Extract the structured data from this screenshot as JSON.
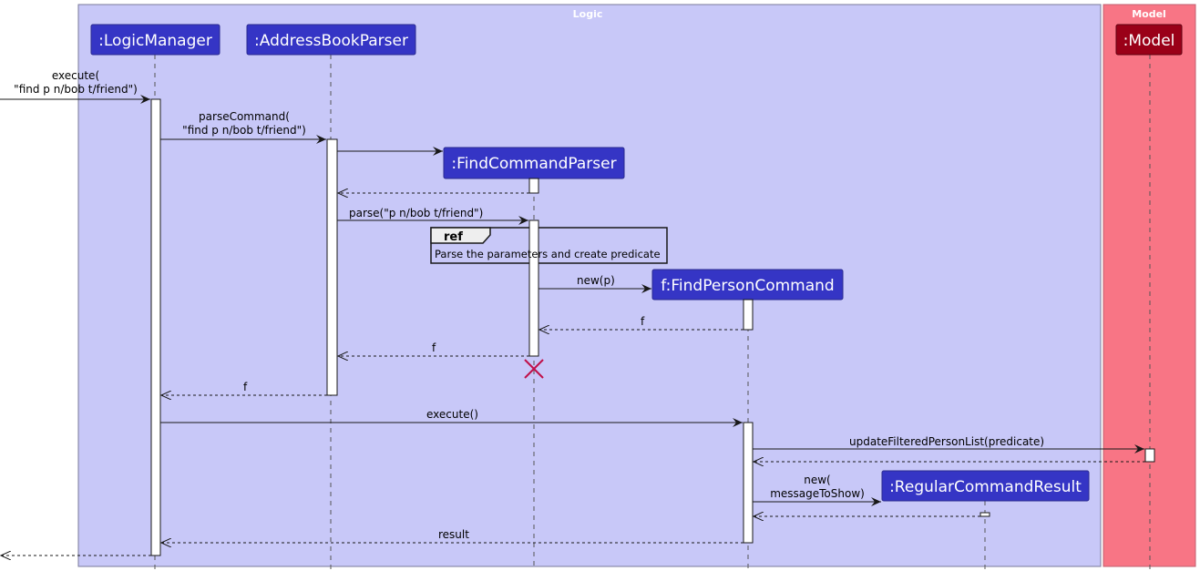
{
  "frames": {
    "logic": {
      "title": "Logic",
      "color": "#c8c8f8"
    },
    "model": {
      "title": "Model",
      "color": "#f87585"
    }
  },
  "participants": {
    "logic_manager": ":LogicManager",
    "address_book_parser": ":AddressBookParser",
    "find_command_parser": ":FindCommandParser",
    "find_person_command": "f:FindPersonCommand",
    "regular_command_result": ":RegularCommandResult",
    "model": ":Model"
  },
  "colors": {
    "participant": "#3535c5",
    "model_participant": "#9a0018",
    "destroy": "#c0104a"
  },
  "messages": {
    "execute_line1": "execute(",
    "execute_line2": "\"find p n/bob t/friend\")",
    "parse_command_line1": "parseCommand(",
    "parse_command_line2": "\"find p n/bob t/friend\")",
    "parse": "parse(\"p n/bob t/friend\")",
    "new_p": "new(p)",
    "return_f1": "f",
    "return_f2": "f",
    "return_f3": "f",
    "execute_noargs": "execute()",
    "update_filtered": "updateFilteredPersonList(predicate)",
    "new_result_line1": "new(",
    "new_result_line2": "messageToShow)",
    "result": "result"
  },
  "ref": {
    "tag": "ref",
    "text": "Parse the parameters and create predicate"
  }
}
